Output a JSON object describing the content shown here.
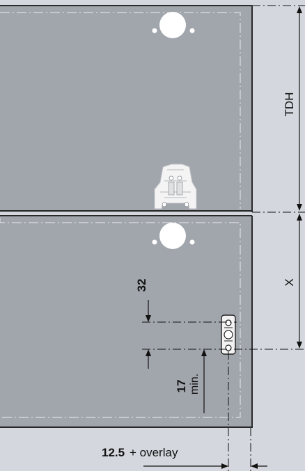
{
  "diagram": {
    "labels": {
      "tdh": "TDH",
      "x": "X",
      "dim_32": "32",
      "dim_17": "17",
      "min": "min.",
      "offset_value": "12.5",
      "offset_text": "+ overlay"
    },
    "colors": {
      "background": "#d4d8de",
      "panel": "#a1a6ad",
      "panel_edge": "#2a2a2a",
      "dash": "#d8dadd",
      "line": "#111111"
    }
  }
}
